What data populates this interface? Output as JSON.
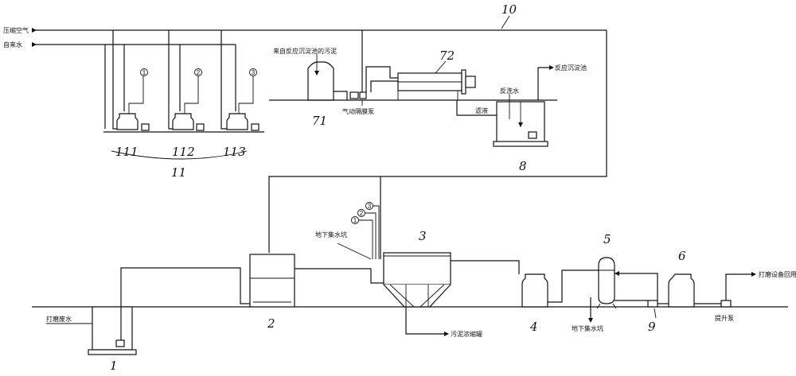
{
  "labels": {
    "compressed_air": "压缩空气",
    "tap_water": "自来水",
    "sludge_from_tank": "来自反应沉淀池的污泥",
    "diaphragm_pump": "气动隔膜泵",
    "to_reaction_tank": "反应沉淀池",
    "backwash_water": "反洗水",
    "filtrate": "滤液",
    "grinding_wastewater": "打磨废水",
    "underground_sump_1": "地下集水坑",
    "sludge_thickener": "污泥浓缩罐",
    "underground_sump_2": "地下集水坑",
    "return_to_equipment": "打磨设备回用",
    "lift_pump": "提升泵"
  },
  "numbers": {
    "n1": "1",
    "n2": "2",
    "n3": "3",
    "n4": "4",
    "n5": "5",
    "n6": "6",
    "n71": "71",
    "n72": "72",
    "n8": "8",
    "n9": "9",
    "n10": "10",
    "n11": "11",
    "n111": "111",
    "n112": "112",
    "n113": "113"
  },
  "circled": {
    "c1": "1",
    "c2": "2",
    "c3": "3"
  }
}
